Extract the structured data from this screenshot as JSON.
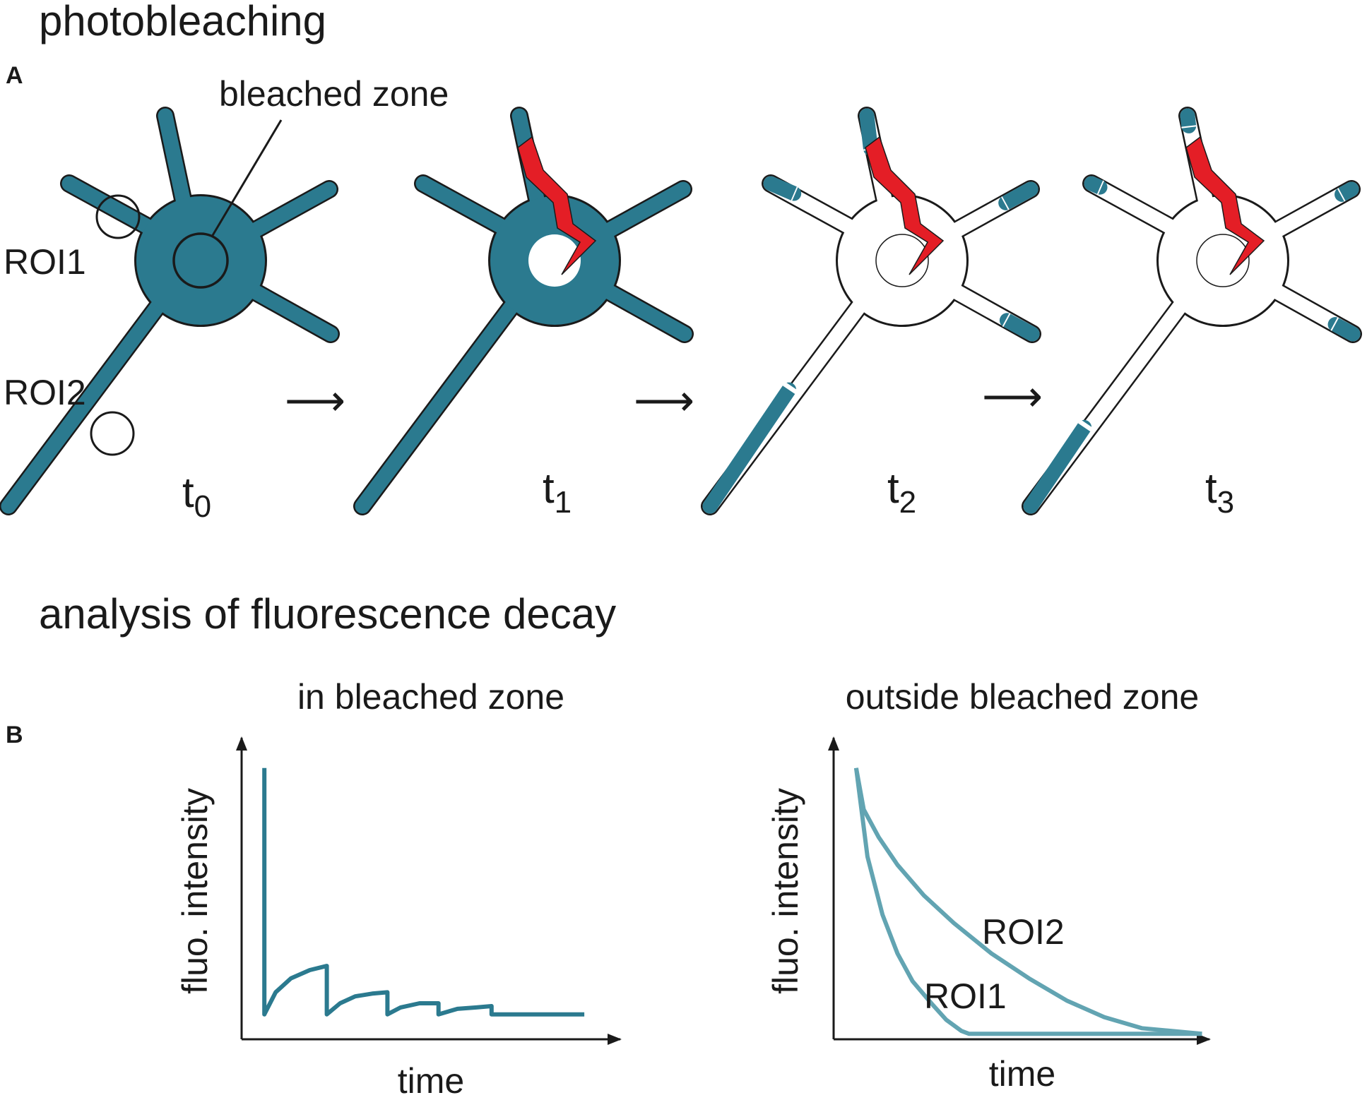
{
  "titles": {
    "section_a": "photobleaching",
    "section_b": "analysis of fluorescence decay"
  },
  "panels": {
    "a": "A",
    "b": "B"
  },
  "panel_a": {
    "bleached_zone_label": "bleached zone",
    "roi1_label": "ROI1",
    "roi2_label": "ROI2",
    "time_points": [
      {
        "base": "t",
        "sub": "0"
      },
      {
        "base": "t",
        "sub": "1"
      },
      {
        "base": "t",
        "sub": "2"
      },
      {
        "base": "t",
        "sub": "3"
      }
    ],
    "arrow_glyph": "⟶"
  },
  "colors": {
    "fluorescent": "#2b7a8f",
    "bleach_laser": "#e41e26",
    "curve_light": "#62a4b2",
    "outline": "#1a1a1a"
  },
  "chart_data": [
    {
      "type": "line",
      "title": "in bleached zone",
      "xlabel": "time",
      "ylabel": "fluo. intensity",
      "grid": false,
      "legend": "none",
      "xlim": [
        0,
        10
      ],
      "ylim": [
        0,
        10
      ],
      "series": [
        {
          "x": [
            0.6,
            0.6,
            0.6,
            0.9,
            1.3,
            1.8,
            2.25,
            2.25,
            2.6,
            3.0,
            3.45,
            3.85,
            3.85,
            4.2,
            4.7,
            5.2,
            5.2,
            5.7,
            6.2,
            6.6,
            6.6,
            9.05
          ],
          "y": [
            9.8,
            0.9,
            0.9,
            1.7,
            2.2,
            2.5,
            2.65,
            0.9,
            1.3,
            1.55,
            1.65,
            1.7,
            0.9,
            1.15,
            1.3,
            1.3,
            0.9,
            1.1,
            1.15,
            1.2,
            0.9,
            0.9
          ]
        }
      ]
    },
    {
      "type": "line",
      "title": "outside bleached zone",
      "xlabel": "time",
      "ylabel": "fluo. intensity",
      "grid": false,
      "legend": "none",
      "xlim": [
        0,
        10
      ],
      "ylim": [
        0,
        10
      ],
      "series": [
        {
          "name": "ROI1",
          "x": [
            0.6,
            0.9,
            1.3,
            1.7,
            2.1,
            2.6,
            3.0,
            3.4,
            3.6,
            5.0,
            7.0,
            9.8
          ],
          "y": [
            9.8,
            6.6,
            4.5,
            3.1,
            2.1,
            1.3,
            0.7,
            0.3,
            0.2,
            0.2,
            0.2,
            0.2
          ]
        },
        {
          "name": "ROI2",
          "x": [
            0.6,
            0.8,
            1.2,
            1.7,
            2.4,
            3.2,
            4.2,
            5.2,
            6.2,
            7.2,
            8.2,
            9.8
          ],
          "y": [
            9.8,
            8.3,
            7.3,
            6.3,
            5.2,
            4.2,
            3.1,
            2.2,
            1.4,
            0.8,
            0.4,
            0.2
          ]
        }
      ]
    }
  ]
}
